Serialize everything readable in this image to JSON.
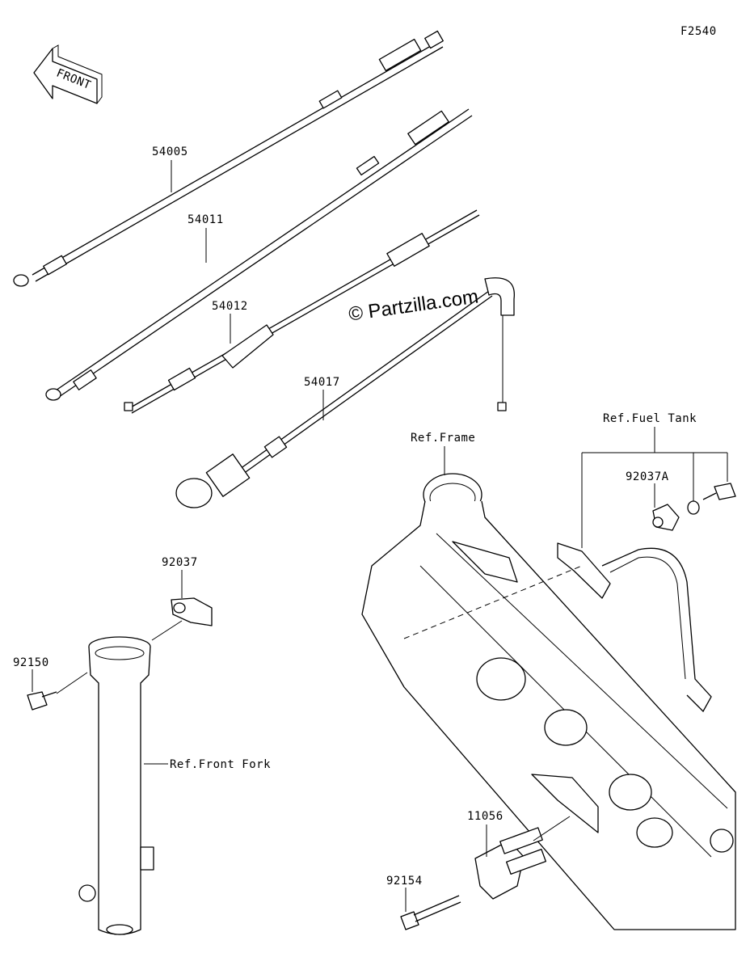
{
  "figure_id": "F2540",
  "front_label": "FRONT",
  "watermark": "© Partzilla.com",
  "parts": [
    {
      "id": "54005"
    },
    {
      "id": "54011"
    },
    {
      "id": "54012"
    },
    {
      "id": "54017"
    },
    {
      "id": "92037"
    },
    {
      "id": "92150"
    },
    {
      "id": "92037A"
    },
    {
      "id": "11056"
    },
    {
      "id": "92154"
    }
  ],
  "references": {
    "frame": "Ref.Frame",
    "fuel_tank": "Ref.Fuel Tank",
    "front_fork": "Ref.Front Fork"
  }
}
